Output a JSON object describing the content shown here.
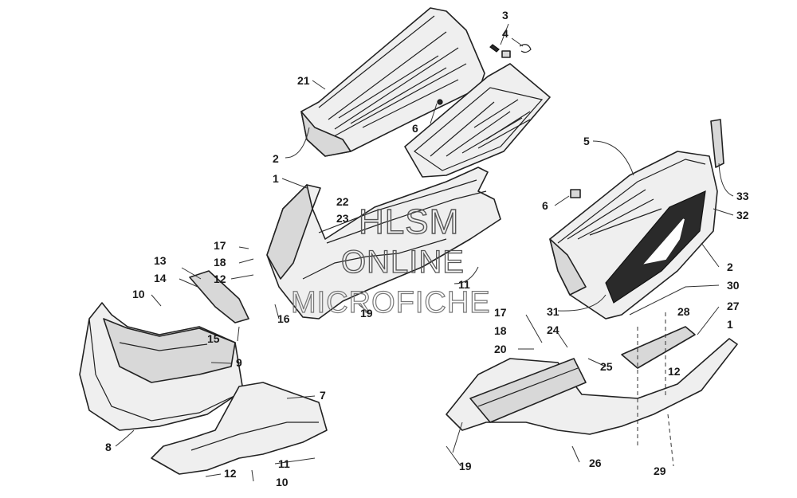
{
  "watermark": {
    "line1": "HLSM",
    "line2": "ONLINE",
    "line3": "MICROFICHE"
  },
  "callouts": [
    {
      "id": "c3",
      "label": "3"
    },
    {
      "id": "c4",
      "label": "4"
    },
    {
      "id": "c21",
      "label": "21"
    },
    {
      "id": "c6a",
      "label": "6"
    },
    {
      "id": "c2a",
      "label": "2"
    },
    {
      "id": "c5",
      "label": "5"
    },
    {
      "id": "c1a",
      "label": "1"
    },
    {
      "id": "c22",
      "label": "22"
    },
    {
      "id": "c23",
      "label": "23"
    },
    {
      "id": "c6b",
      "label": "6"
    },
    {
      "id": "c33",
      "label": "33"
    },
    {
      "id": "c32",
      "label": "32"
    },
    {
      "id": "c17a",
      "label": "17"
    },
    {
      "id": "c18a",
      "label": "18"
    },
    {
      "id": "c12a",
      "label": "12"
    },
    {
      "id": "c13",
      "label": "13"
    },
    {
      "id": "c14",
      "label": "14"
    },
    {
      "id": "c10a",
      "label": "10"
    },
    {
      "id": "c11a",
      "label": "11"
    },
    {
      "id": "c19a",
      "label": "19"
    },
    {
      "id": "c16",
      "label": "16"
    },
    {
      "id": "c2b",
      "label": "2"
    },
    {
      "id": "c30",
      "label": "30"
    },
    {
      "id": "c31",
      "label": "31"
    },
    {
      "id": "c28",
      "label": "28"
    },
    {
      "id": "c27",
      "label": "27"
    },
    {
      "id": "c1b",
      "label": "1"
    },
    {
      "id": "c15",
      "label": "15"
    },
    {
      "id": "c9",
      "label": "9"
    },
    {
      "id": "c17b",
      "label": "17"
    },
    {
      "id": "c18b",
      "label": "18"
    },
    {
      "id": "c24",
      "label": "24"
    },
    {
      "id": "c20",
      "label": "20"
    },
    {
      "id": "c25",
      "label": "25"
    },
    {
      "id": "c12b",
      "label": "12"
    },
    {
      "id": "c7",
      "label": "7"
    },
    {
      "id": "c8",
      "label": "8"
    },
    {
      "id": "c11b",
      "label": "11"
    },
    {
      "id": "c12c",
      "label": "12"
    },
    {
      "id": "c10b",
      "label": "10"
    },
    {
      "id": "c19b",
      "label": "19"
    },
    {
      "id": "c26",
      "label": "26"
    },
    {
      "id": "c29",
      "label": "29"
    }
  ]
}
